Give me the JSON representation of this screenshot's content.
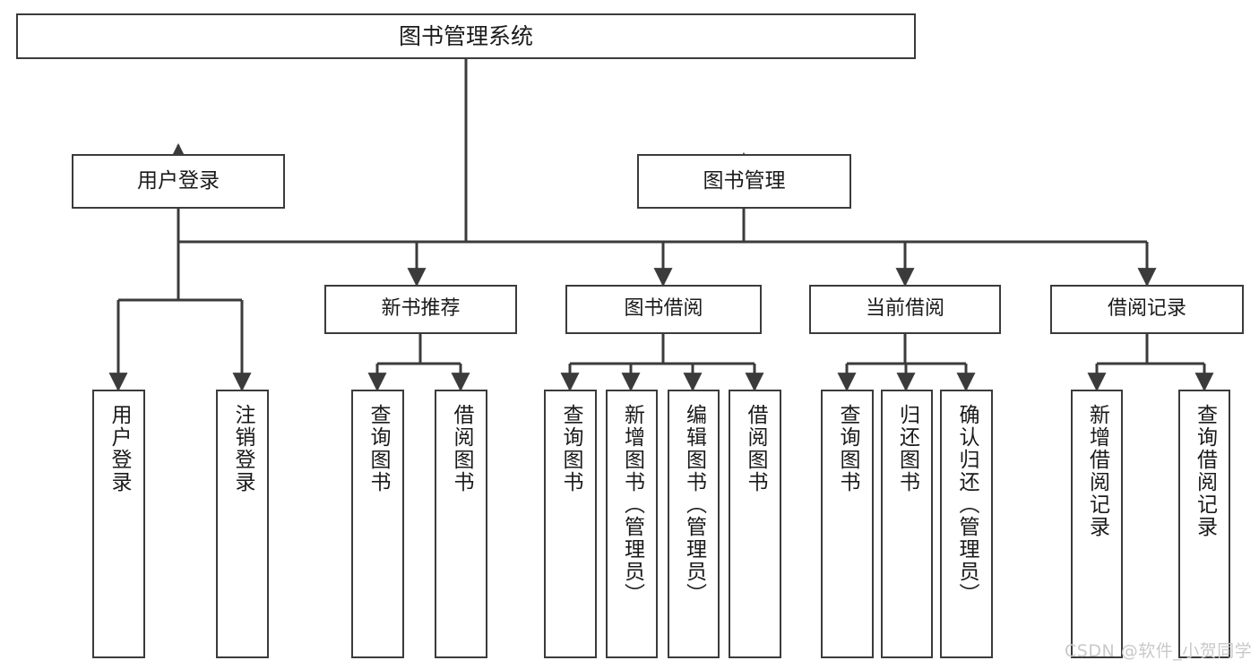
{
  "diagram": {
    "title": "图书管理系统",
    "type": "functional-structure-tree",
    "watermark": "CSDN @软件_小贺同学",
    "colors": {
      "background": "#ffffff",
      "node_border": "#3b3b3b",
      "node_fill": "#ffffff",
      "edge": "#3b3b3b",
      "text": "#1a1a1a",
      "watermark": "#c9c9c9"
    },
    "nodes": {
      "root": {
        "label": "图书管理系统"
      },
      "level2": [
        {
          "label": "用户登录"
        },
        {
          "label": "图书管理"
        }
      ],
      "level3": [
        {
          "label": "新书推荐"
        },
        {
          "label": "图书借阅"
        },
        {
          "label": "当前借阅"
        },
        {
          "label": "借阅记录"
        }
      ],
      "leaves": {
        "user_login": [
          {
            "label": "用户登录"
          },
          {
            "label": "注销登录"
          }
        ],
        "new_book_recommend": [
          {
            "label": "查询图书"
          },
          {
            "label": "借阅图书"
          }
        ],
        "book_borrow": [
          {
            "label": "查询图书"
          },
          {
            "label": "新增图书（管理员）"
          },
          {
            "label": "编辑图书（管理员）"
          },
          {
            "label": "借阅图书"
          }
        ],
        "current_borrow": [
          {
            "label": "查询图书"
          },
          {
            "label": "归还图书"
          },
          {
            "label": "确认归还（管理员）"
          }
        ],
        "borrow_record": [
          {
            "label": "新增借阅记录"
          },
          {
            "label": "查询借阅记录"
          }
        ]
      }
    }
  }
}
